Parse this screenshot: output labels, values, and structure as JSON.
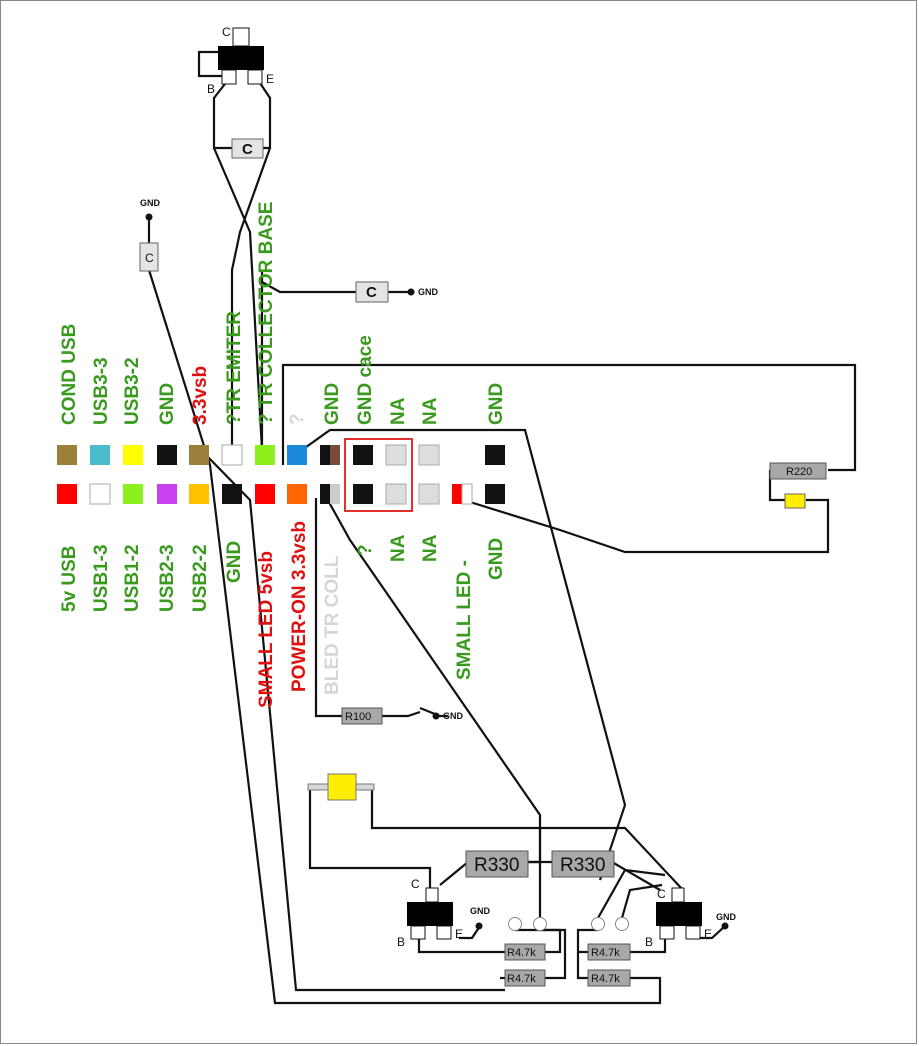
{
  "colors": {
    "green": "#3a9a1e",
    "red": "#e01010",
    "gray_label": "#d6d6d6",
    "resistor": "#a8a8a8",
    "highlight_box": "#e03030",
    "led_yellow": "#ffee00"
  },
  "top_labels": {
    "cond_usb": "COND USB",
    "usb3_3": "USB3-3",
    "usb3_2": "USB3-2",
    "gnd_1": "GND",
    "v33vsb": "3.3vsb",
    "tr_emiter": "?TR EMITER",
    "tr_collector_base": "? TR COLLECTOR BASE",
    "question": "?",
    "gnd_2": "GND",
    "gnd_cace": "GND cace",
    "na_1": "NA",
    "na_2": "NA",
    "gnd_3": "GND"
  },
  "bottom_labels": {
    "v5_usb": "5v USB",
    "usb1_3": "USB1-3",
    "usb1_2": "USB1-2",
    "usb2_3": "USB2-3",
    "usb2_2": "USB2-2",
    "gnd": "GND",
    "small_led_5vsb": "SMALL LED 5vsb",
    "power_on": "POWER-ON 3.3vsb",
    "bled_tr_coll": "BLED TR COLL",
    "question": "?",
    "na_1": "NA",
    "na_2": "NA",
    "small_led_minus": "SMALL LED -",
    "gnd_2": "GND"
  },
  "pins_top": [
    "#9b7f3a",
    "#4bbccb",
    "#ffff00",
    "#111111",
    "#9b7f3a",
    "#ffffff",
    "#8cf01e",
    "#1a8ad8",
    "black-brown",
    "#111111",
    "#dddddd",
    "#dddddd",
    "#111111"
  ],
  "pins_bottom": [
    "#ff0000",
    "#ffffff",
    "#8cf01e",
    "#c840f0",
    "#ffc000",
    "#111111",
    "#ff0000",
    "#ff6600",
    "black-gray",
    "#111111",
    "#dddddd",
    "#dddddd",
    "red-white",
    "#111111"
  ],
  "components": {
    "gnd": "GND",
    "cap": "C",
    "r100": "R100",
    "r220": "R220",
    "r330_a": "R330",
    "r330_b": "R330",
    "r47k_1": "R4.7k",
    "r47k_2": "R4.7k",
    "r47k_3": "R4.7k",
    "r47k_4": "R4.7k"
  },
  "transistor_pins": {
    "c": "C",
    "b": "B",
    "e": "E"
  }
}
